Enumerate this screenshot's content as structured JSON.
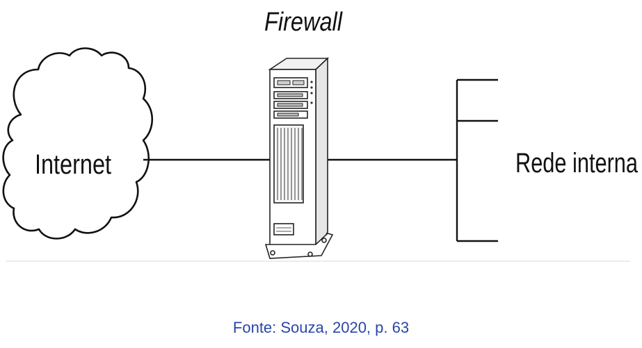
{
  "diagram": {
    "title": "Firewall",
    "nodes": {
      "internet": {
        "label": "Internet"
      },
      "firewall": {
        "label": "Firewall"
      },
      "internal_network": {
        "label": "Rede interna"
      }
    },
    "edges": [
      {
        "from": "internet",
        "to": "firewall"
      },
      {
        "from": "firewall",
        "to": "internal_network"
      }
    ]
  },
  "caption": "Fonte: Souza, 2020, p. 63"
}
